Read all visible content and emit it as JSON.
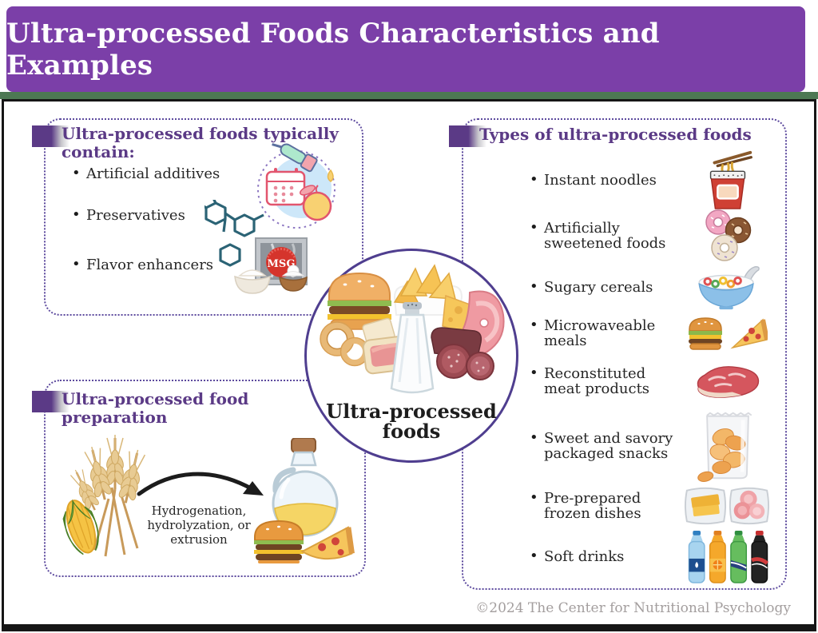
{
  "header": {
    "title": "Ultra-processed Foods Characteristics and Examples"
  },
  "footer": {
    "copyright": "©2024 The Center for Nutritional Psychology"
  },
  "colors": {
    "header_bg": "#7b3fa8",
    "heading_text": "#5b3a86",
    "dotted_border": "#5d4a9e",
    "circle_border": "#4f3e8f",
    "divider_green": "#4d7853",
    "page_border": "#161616",
    "body_text": "#262626",
    "footer_text": "#a39e9e"
  },
  "contain_box": {
    "heading": "Ultra-processed foods typically contain:",
    "items": [
      {
        "label": "Artificial additives"
      },
      {
        "label": "Preservatives"
      },
      {
        "label": "Flavor enhancers"
      }
    ],
    "msg_label": "MSG"
  },
  "center_circle": {
    "label": "Ultra-processed foods"
  },
  "types_box": {
    "heading": "Types of ultra-processed foods",
    "items": [
      {
        "label": "Instant noodles",
        "icon": "cup-noodles-icon"
      },
      {
        "label": "Artificially sweetened foods",
        "icon": "donuts-icon"
      },
      {
        "label": "Sugary cereals",
        "icon": "cereal-bowl-icon"
      },
      {
        "label": "Microwaveable meals",
        "icon": "burger-pizza-icon"
      },
      {
        "label": "Reconstituted meat products",
        "icon": "meat-icon"
      },
      {
        "label": "Sweet and savory packaged snacks",
        "icon": "chips-bag-icon"
      },
      {
        "label": "Pre-prepared frozen dishes",
        "icon": "frozen-dishes-icon"
      },
      {
        "label": "Soft drinks",
        "icon": "soft-drinks-icon"
      }
    ]
  },
  "preparation_box": {
    "heading": "Ultra-processed food preparation",
    "process_label": "Hydrogenation, hydrolyzation, or extrusion"
  }
}
